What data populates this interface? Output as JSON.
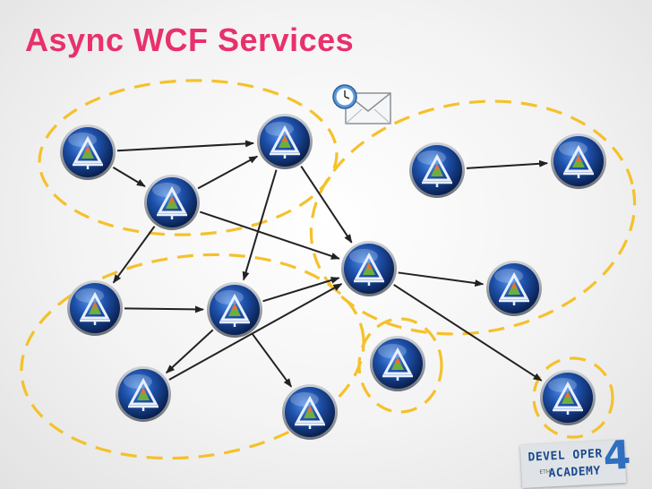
{
  "title": "Async WCF Services",
  "colors": {
    "title": "#e8316c",
    "group_outline": "#f5c12b",
    "arrow": "#222222",
    "node_blue": "#1d4fa8"
  },
  "nodes": [
    {
      "id": "n1"
    },
    {
      "id": "n2"
    },
    {
      "id": "n3"
    },
    {
      "id": "n4"
    },
    {
      "id": "n5"
    },
    {
      "id": "n6"
    },
    {
      "id": "n7"
    },
    {
      "id": "n8"
    },
    {
      "id": "n9"
    },
    {
      "id": "n10"
    },
    {
      "id": "n11"
    },
    {
      "id": "n12"
    },
    {
      "id": "n13"
    },
    {
      "id": "n14"
    }
  ],
  "edges": [
    {
      "from": "n1",
      "to": "n2"
    },
    {
      "from": "n1",
      "to": "n3"
    },
    {
      "from": "n3",
      "to": "n2"
    },
    {
      "from": "n2",
      "to": "n9"
    },
    {
      "from": "n3",
      "to": "n9"
    },
    {
      "from": "n3",
      "to": "n5"
    },
    {
      "from": "n2",
      "to": "n6"
    },
    {
      "from": "n4",
      "to": "n7"
    },
    {
      "from": "n9",
      "to": "n8"
    },
    {
      "from": "n5",
      "to": "n6"
    },
    {
      "from": "n6",
      "to": "n9"
    },
    {
      "from": "n6",
      "to": "n11"
    },
    {
      "from": "n6",
      "to": "n12"
    },
    {
      "from": "n9",
      "to": "n14"
    },
    {
      "from": "n11",
      "to": "n9"
    },
    {
      "from": "n13",
      "to": "n10"
    }
  ],
  "logo": {
    "line1": "DEVEL OPER",
    "small": "ETH",
    "line2": "ACADEMY",
    "number": "4"
  }
}
